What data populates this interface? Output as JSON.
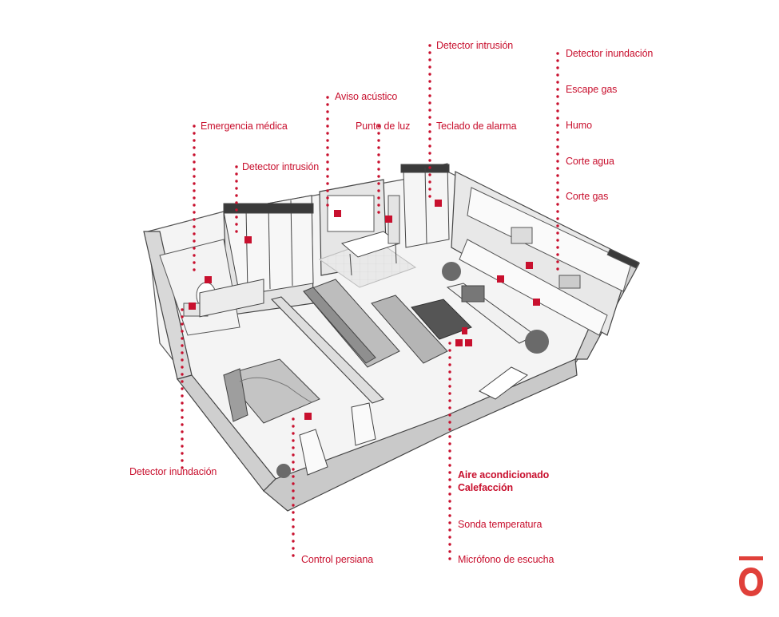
{
  "colors": {
    "accent": "#c8102e",
    "line": "#3a3a3a",
    "wall": "#d9d9d9",
    "floor": "#f2f2f2"
  },
  "labels": {
    "detector_intrusion_top": "Detector intrusión",
    "detector_inundacion_top": "Detector inundación",
    "escape_gas": "Escape gas",
    "aviso_acustico": "Aviso acústico",
    "emergencia_medica": "Emergencia médica",
    "punto_de_luz": "Punto de luz",
    "teclado_de_alarma": "Teclado de alarma",
    "humo": "Humo",
    "detector_intrusion_left": "Detector intrusión",
    "corte_agua": "Corte agua",
    "corte_gas": "Corte gas",
    "detector_inundacion_bottom": "Detector inundación",
    "aire_acondicionado": "Aire acondicionado",
    "calefaccion": "Calefacción",
    "sonda_temperatura": "Sonda temperatura",
    "control_persiana": "Control persiana",
    "microfono_de_escucha": "Micrófono de escucha"
  },
  "icons": [
    "medical-cross-icon",
    "speaker-icon",
    "bulb-icon",
    "keypad-icon",
    "motion-sensor-icon",
    "water-drop-icon",
    "flame-icon",
    "smoke-icon",
    "thermometer-icon",
    "blind-icon",
    "microphone-icon"
  ],
  "logo": {
    "name": "brand-logo-icon"
  }
}
